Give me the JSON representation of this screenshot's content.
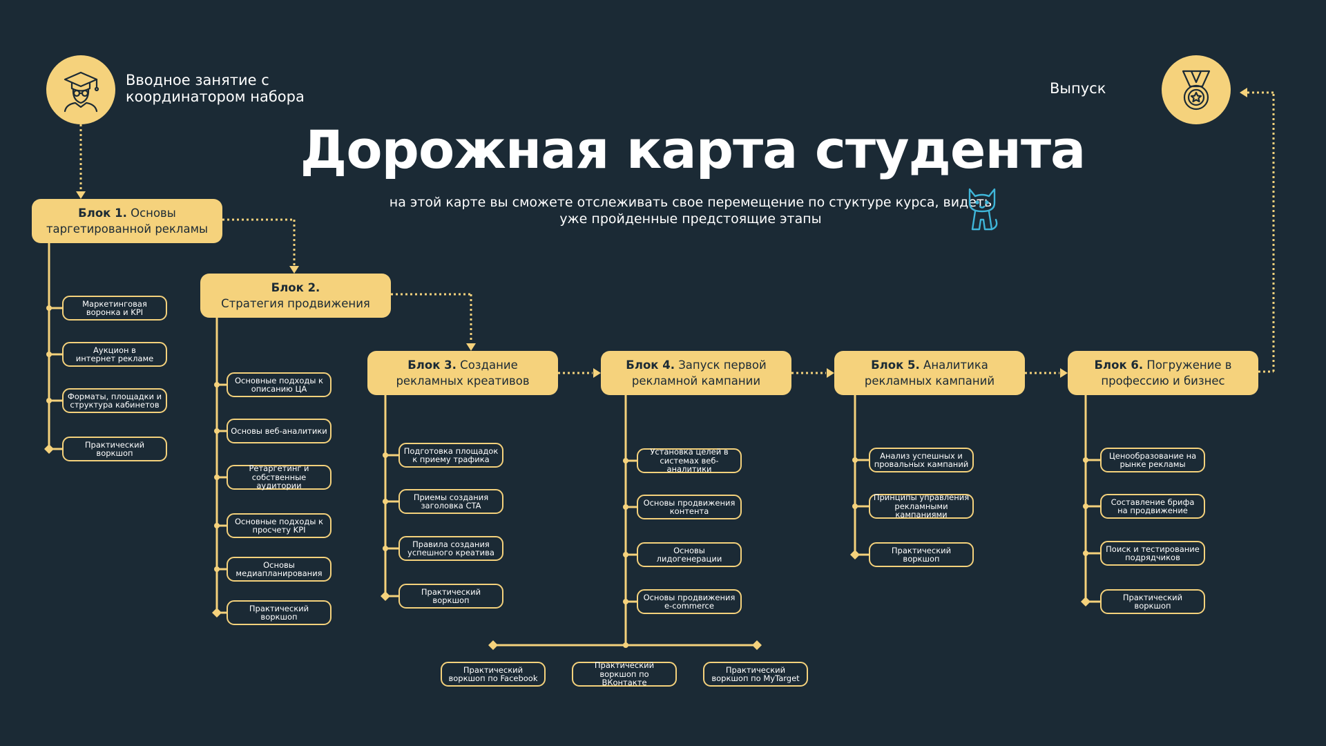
{
  "intro": {
    "label": "Вводное занятие с\nкоординатором набора",
    "icon": "graduate-icon"
  },
  "graduation": {
    "label": "Выпуск",
    "icon": "medal-icon"
  },
  "title": "Дорожная карта студента",
  "subtitle": "на этой карте вы сможете отслеживать свое перемещение по стуктуре курса, видеть уже пройденные предстоящие этапы",
  "mascot_icon": "cat-icon",
  "colors": {
    "background": "#1b2a35",
    "accent": "#f5d27c",
    "mascot": "#3fb6d9"
  },
  "blocks": [
    {
      "num": "Блок 1.",
      "line1": " Основы",
      "line2": "таргетированной рекламы",
      "topics": [
        "Маркетинговая\nворонка и KPI",
        "Аукцион в\nинтернет рекламе",
        "Форматы, площадки и\nструктура кабинетов",
        "Практический\nворкшоп"
      ]
    },
    {
      "num": "Блок 2.",
      "line1": "",
      "line2": "Стратегия продвижения",
      "topics": [
        "Основные подходы к\nописанию ЦА",
        "Основы веб-аналитики",
        "Ретаргетинг и\nсобственные аудитории",
        "Основные подходы к\nпросчету KPI",
        "Основы\nмедиапланирования",
        "Практический\nворкшоп"
      ]
    },
    {
      "num": "Блок 3.",
      "line1": " Создание",
      "line2": "рекламных креативов",
      "topics": [
        "Подготовка площадок\nк приему трафика",
        "Приемы создания\nзаголовка CTA",
        "Правила создания\nуспешного креатива",
        "Практический\nворкшоп"
      ]
    },
    {
      "num": "Блок 4.",
      "line1": " Запуск первой",
      "line2": "рекламной кампании",
      "topics": [
        "Установка целей в\nсистемах веб-аналитики",
        "Основы продвижения\nконтента",
        "Основы\nлидогенерации",
        "Основы продвижения\ne-commerce"
      ]
    },
    {
      "num": "Блок 5.",
      "line1": " Аналитика",
      "line2": "рекламных кампаний",
      "topics": [
        "Анализ успешных и\nпровальных кампаний",
        "Принципы управления\nрекламными кампаниями",
        "Практический\nворкшоп"
      ]
    },
    {
      "num": "Блок 6.",
      "line1": " Погружение в",
      "line2": "профессию и бизнес",
      "topics": [
        "Ценообразование на\nрынке рекламы",
        "Составление брифа\nна продвижение",
        "Поиск и тестирование\nподрядчиков",
        "Практический\nворкшоп"
      ]
    }
  ],
  "workshops": [
    "Практический\nворкшоп по Facebook",
    "Практический\nворкшоп по ВКонтакте",
    "Практический\nворкшоп по MyTarget"
  ]
}
